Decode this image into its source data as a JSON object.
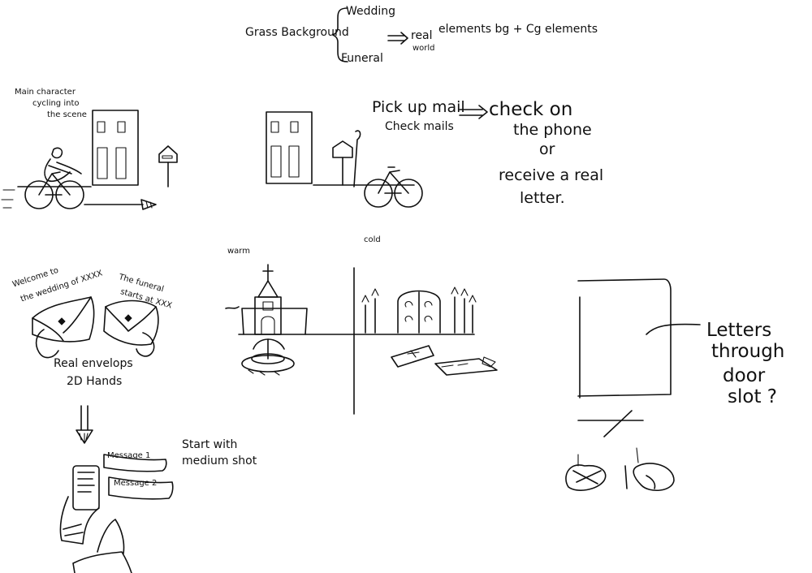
{
  "notes": {
    "grass_background": "Grass Background",
    "wedding_top": "Wedding",
    "funeral_top": "Funeral",
    "arrow_real": "real",
    "world": "world",
    "elements_bg_cg": "elements bg + Cg elements",
    "main_character": "Main character",
    "cycling_into": "cycling into",
    "the_scene": "the scene",
    "pick_up_mail": "Pick up mail",
    "check_mails": "Check mails",
    "check_on": "check on",
    "the_phone": "the phone",
    "or": "or",
    "receive_a_real": "receive a real",
    "letter": "letter.",
    "warm": "warm",
    "cold": "cold",
    "welcome_line1": "Welcome to",
    "welcome_line2": "the wedding of XXXX",
    "funeral_line1": "The funeral",
    "funeral_line2": "starts at XXX",
    "real_envelops": "Real envelops",
    "hands_2d": "2D Hands",
    "message1": "Message 1",
    "message2": "Message 2",
    "start_with": "Start with",
    "medium_shot": "medium shot",
    "letters": "Letters",
    "through": "through",
    "door": "door",
    "slot": "slot ?"
  }
}
